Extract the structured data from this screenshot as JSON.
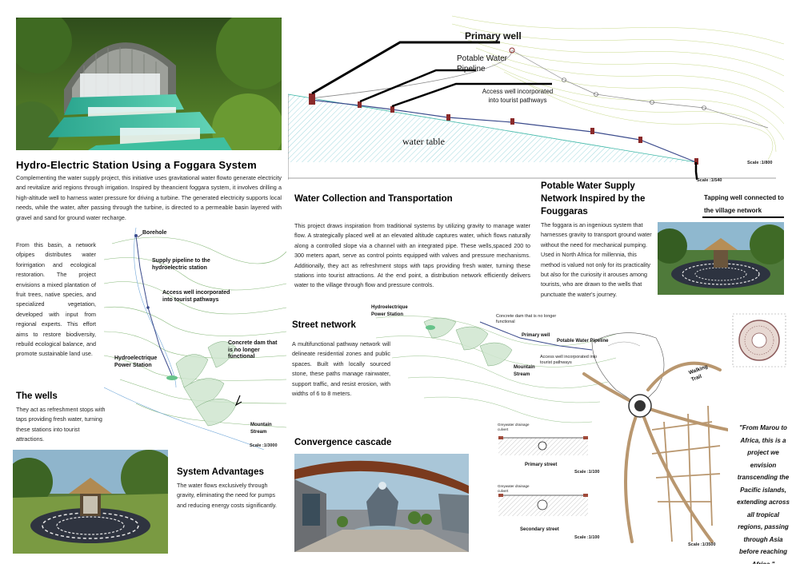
{
  "hydro": {
    "title": "Hydro-Electric Station Using a Foggara System",
    "intro": "Complementing the water supply project, this initiative uses gravitational water flowto generate electricity and revitalize arid regions through irrigation. Inspired by theancient foggara system, it involves drilling a high-altitude well to harness water pressure for driving a turbine. The generated electricity supports local needs, while the water, after passing through the turbine, is directed to a permeable basin layered with gravel and sand for ground water recharge.",
    "basin": "From this basin, a network ofpipes distributes water forirrigation and ecological restoration. The project envisions a mixed plantation of fruit trees, native species, and specialized vegetation, developed with input from regional experts. This effort aims to restore biodiversity, rebuild ecological balance, and promote sustainable land use."
  },
  "wells": {
    "title": "The wells",
    "text": "They act as refreshment stops with taps providing fresh water, turning these stations into tourist attractions."
  },
  "advantages": {
    "title": "System Advantages",
    "text": "The water flows exclusively through gravity, eliminating the need for pumps and reducing energy costs significantly."
  },
  "collection": {
    "title": "Water Collection and Transportation",
    "text": "This project draws inspiration from traditional systems by utilizing gravity to manage water flow. A strategically placed well at an elevated altitude captures water, which flows naturally along a controlled slope via a channel with an integrated pipe. These wells,spaced 200 to 300 meters apart, serve as control points equipped with valves and pressure mechanisms. Additionally, they act as refreshment stops with taps providing fresh water, turning these stations into tourist attractions. At the end point, a distribution network efficiently delivers water to the village through flow and pressure controls."
  },
  "street": {
    "title": "Street network",
    "text": "A multifunctional pathway network will delineate residential zones and public spaces. Built with locally sourced stone, these paths manage rainwater, support traffic, and resist erosion, with widths of 6 to 8 meters."
  },
  "convergence": {
    "title": "Convergence cascade"
  },
  "potable": {
    "title": "Potable Water Supply Network Inspired by the Fouggaras",
    "text": "The foggara is an ingenious system that harnesses gravity to transport ground water without the need for mechanical pumping. Used in North Africa for millennia, this method is valued not only for its practicality but also for the curiosity it arouses among tourists, who are drawn to the wells that punctuate the water's journey."
  },
  "section": {
    "primary_well": "Primary well",
    "pipeline": "Potable Water Pipeline",
    "access_well": "Access well incorporated into tourist pathways",
    "water_table": "water table",
    "tapping": "Tapping well connected to the village network",
    "scale_a": "Scale :1/800",
    "scale_b": "Scale :1/540"
  },
  "map1": {
    "borehole": "Borehole",
    "supply": "Supply pipeline to the hydroelectric station",
    "access": "Access well incorporated into tourist pathways",
    "dam": "Concrete dam that is no longer functional",
    "station": "Hydroelectrique Power Station",
    "stream": "Mountain Stream",
    "scale": "Scale :1/3000"
  },
  "map2": {
    "station": "Hydroelectrique Power Station",
    "dam": "Concrete dam that is no longer functional",
    "primary": "Primary well",
    "pipeline": "Potable Water Pipeline",
    "access": "Access well incorporated into tourist pathways",
    "stream": "Mountain Stream",
    "trail": "Walking Trail",
    "scale": "Scale :1/3500"
  },
  "streets": {
    "culvert": "Greywater drainage culvert",
    "primary": "Primary street",
    "secondary": "Secondary street",
    "scale": "Scale :1/100"
  },
  "quote": "\"From Marou to Africa, this is a project we envision transcending the Pacific islands, extending across all tropical regions, passing through Asia before reaching Africa.\"",
  "colors": {
    "water": "#3fb8a8",
    "contour": "#7bb16c",
    "pipe": "#3b4b8c",
    "well": "#8a2a2a",
    "road": "#b9976f"
  }
}
